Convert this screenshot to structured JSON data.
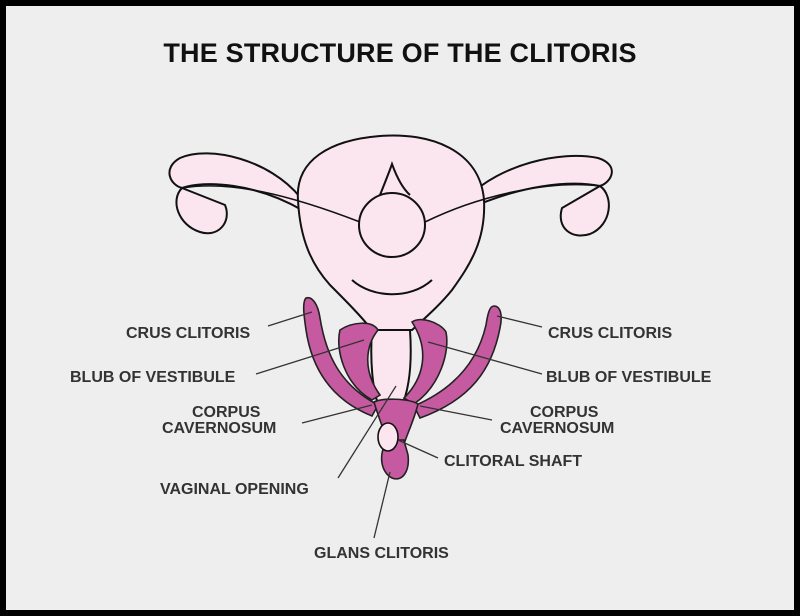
{
  "title": "THE STRUCTURE OF THE CLITORIS",
  "labels": {
    "left_crus": "CRUS CLITORIS",
    "left_bulb": "BLUB OF VESTIBULE",
    "left_corpus_1": "CORPUS",
    "left_corpus_2": "CAVERNOSUM",
    "vaginal_opening": "VAGINAL OPENING",
    "glans": "GLANS CLITORIS",
    "right_crus": "CRUS CLITORIS",
    "right_bulb": "BLUB OF VESTIBULE",
    "right_corpus_1": "CORPUS",
    "right_corpus_2": "CAVERNOSUM",
    "clitoral_shaft": "CLITORAL SHAFT"
  },
  "colors": {
    "background": "#eeeeee",
    "frame": "#000000",
    "organ_fill": "#fbe6f0",
    "clitoris_fill": "#c65aa0",
    "text": "#333333"
  }
}
